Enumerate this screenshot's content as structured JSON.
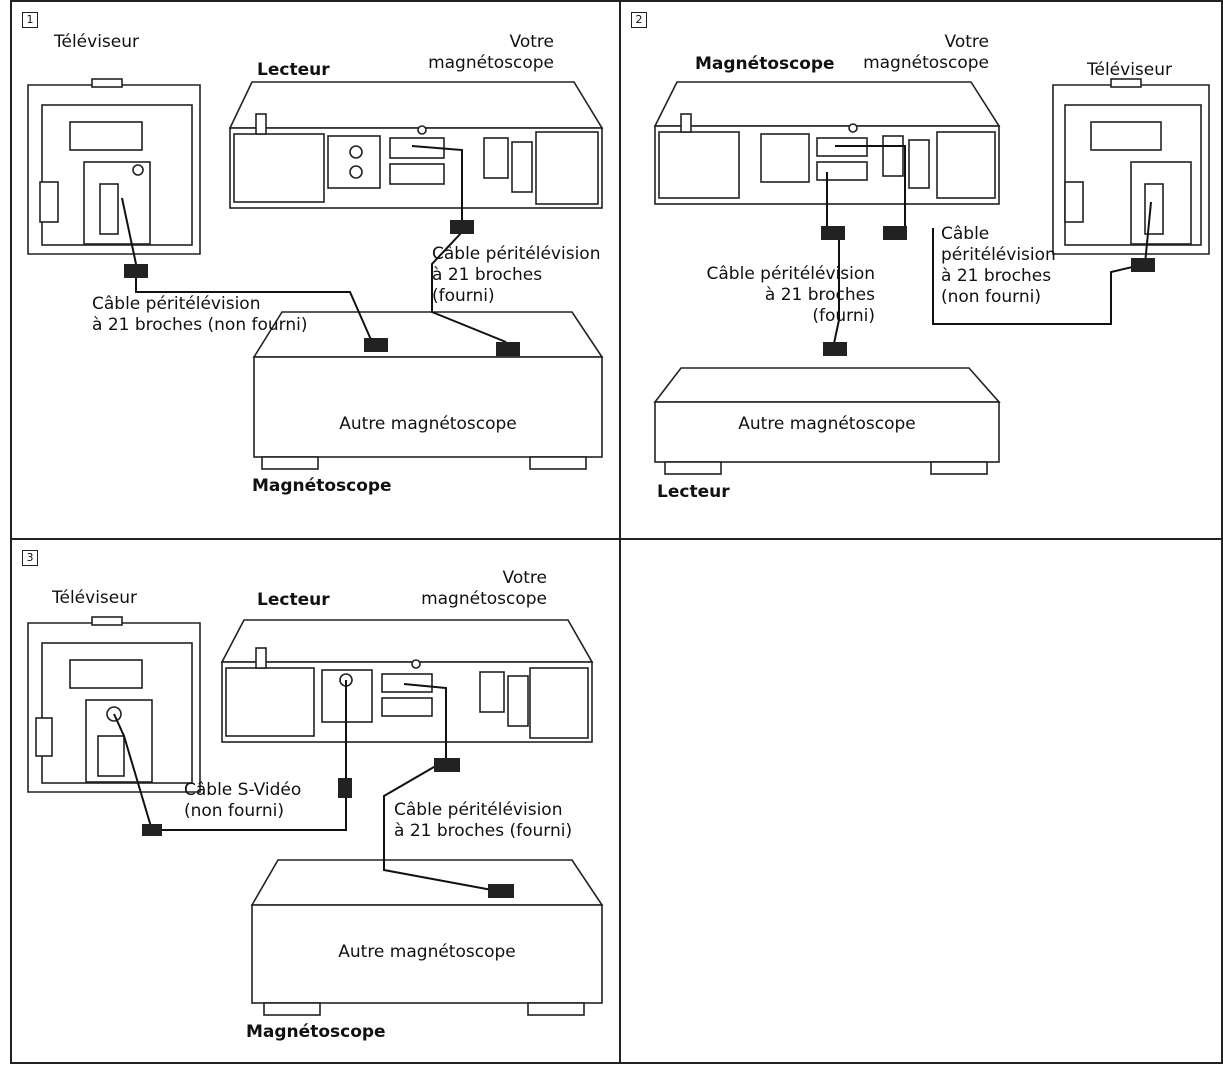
{
  "panels": [
    {
      "number": "1",
      "tv_label": "Téléviseur",
      "your_vcr_label": "Votre\nmagnétoscope",
      "role_top": "Lecteur",
      "role_bottom": "Magnétoscope",
      "cable_a": "Câble péritélévision\nà 21 broches (non fourni)",
      "cable_b": "Câble péritélévision\nà 21 broches\n(fourni)",
      "other_vcr": "Autre magnétoscope"
    },
    {
      "number": "2",
      "tv_label": "Téléviseur",
      "your_vcr_label": "Votre\nmagnétoscope",
      "role_top": "Magnétoscope",
      "role_bottom": "Lecteur",
      "cable_a": "Câble péritélévision\nà 21 broches\n(fourni)",
      "cable_b": "Câble\npéritélévision\nà 21 broches\n(non fourni)",
      "other_vcr": "Autre magnétoscope"
    },
    {
      "number": "3",
      "tv_label": "Téléviseur",
      "your_vcr_label": "Votre\nmagnétoscope",
      "role_top": "Lecteur",
      "role_bottom": "Magnétoscope",
      "cable_a": "Câble S-Vidéo\n(non fourni)",
      "cable_b": "Câble péritélévision\nà 21 broches (fourni)",
      "other_vcr": "Autre magnétoscope"
    }
  ]
}
